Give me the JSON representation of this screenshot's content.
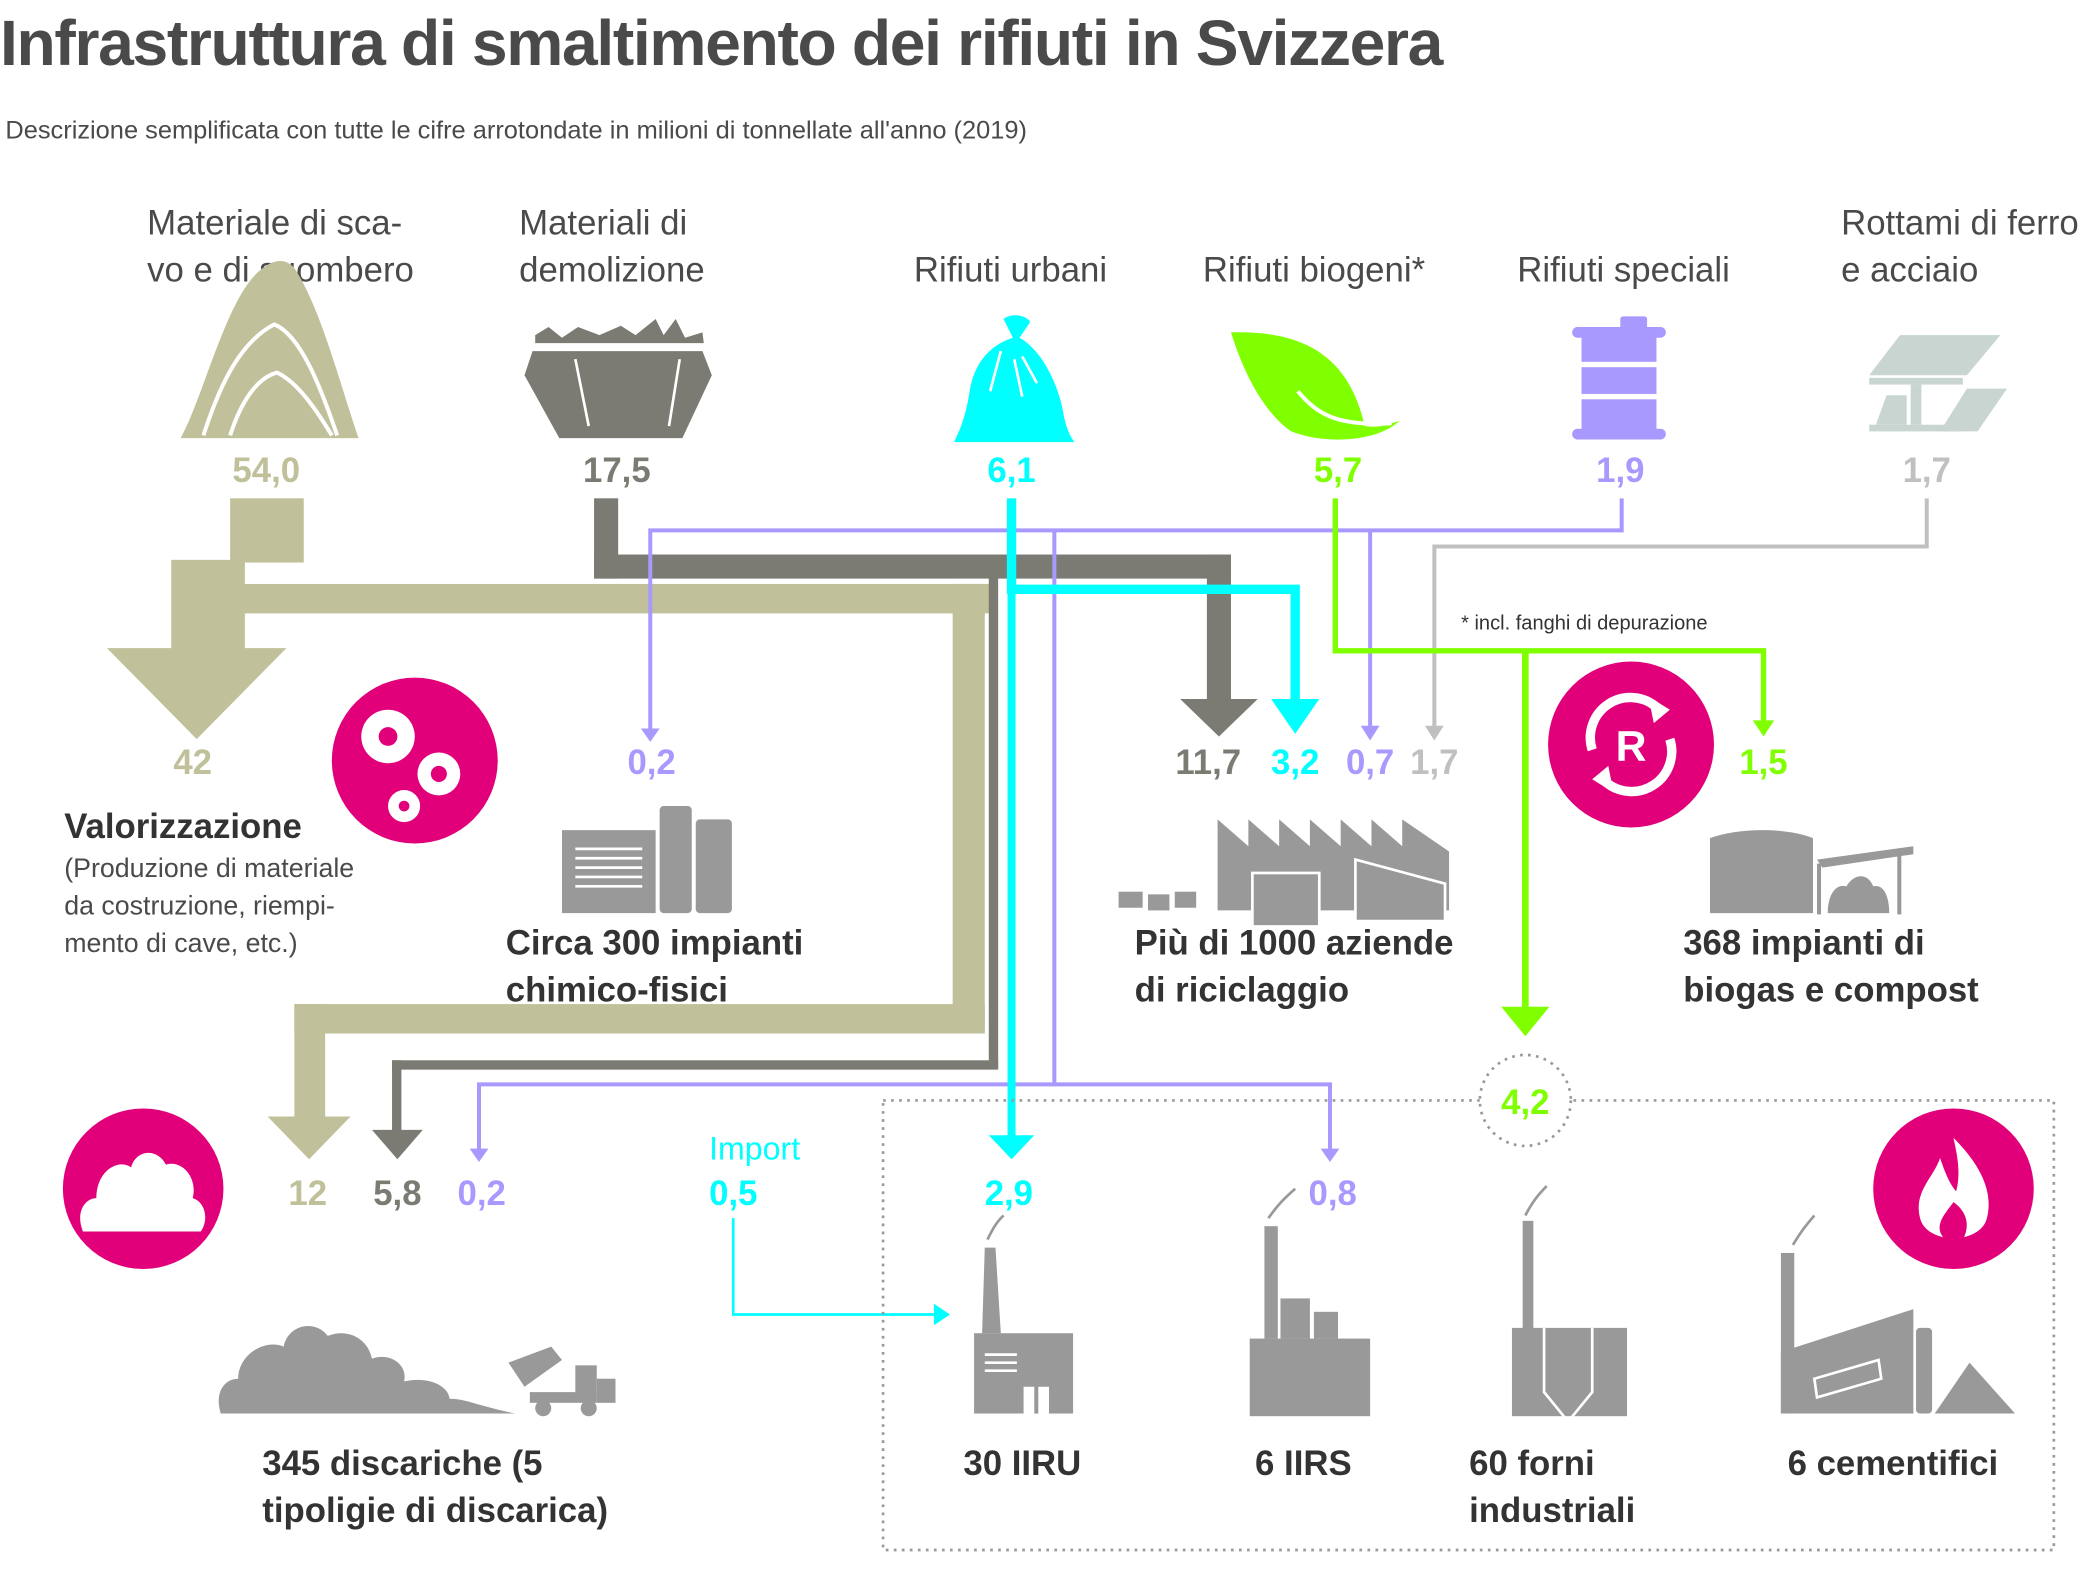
{
  "header": {
    "title": "Infrastruttura di smaltimento dei rifiuti in Svizzera",
    "subtitle": "Descrizione semplificata con tutte le cifre arrotondate in milioni di tonnellate all'anno (2019)"
  },
  "colors": {
    "excavation": "#c0c09a",
    "demolition": "#7b7b73",
    "municipal": "#00ffff",
    "biogenic": "#80ff00",
    "special": "#a899ff",
    "scrap": "#c8d5d0",
    "scrap_text": "#c0c0c0",
    "accent": "#e2007a",
    "facility": "#999999",
    "text": "#333333"
  },
  "sources": [
    {
      "id": "excavation",
      "label_lines": [
        "Materiale di sca-",
        "vo e di sgombero"
      ],
      "value": "54,0",
      "icon": "mound-icon"
    },
    {
      "id": "demolition",
      "label_lines": [
        "Materiali di",
        "demolizione"
      ],
      "value": "17,5",
      "icon": "skip-container-icon"
    },
    {
      "id": "municipal",
      "label_lines": [
        "Rifiuti urbani"
      ],
      "value": "6,1",
      "icon": "garbage-bag-icon"
    },
    {
      "id": "biogenic",
      "label_lines": [
        "Rifiuti biogeni*"
      ],
      "value": "5,7",
      "icon": "leaf-icon"
    },
    {
      "id": "special",
      "label_lines": [
        "Rifiuti speciali"
      ],
      "value": "1,9",
      "icon": "barrel-icon"
    },
    {
      "id": "scrap",
      "label_lines": [
        "Rottami di ferro",
        "e acciaio"
      ],
      "value": "1,7",
      "icon": "steel-beam-icon"
    }
  ],
  "footnote": "* incl. fanghi di depurazione",
  "destinations": {
    "valorization": {
      "title": "Valorizzazione",
      "desc_lines": [
        "(Produzione di materiale",
        "da costruzione, riempi-",
        "mento di cave, etc.)"
      ],
      "flows": [
        {
          "source": "excavation",
          "value": "42"
        }
      ],
      "icon": "gears-icon"
    },
    "chemical": {
      "title_lines": [
        "Circa 300 impianti",
        "chimico-fisici"
      ],
      "flows": [
        {
          "source": "special",
          "value": "0,2"
        }
      ],
      "icon": "chemical-plant-icon"
    },
    "recycling": {
      "title_lines": [
        "Più di 1000 aziende",
        "di riciclaggio"
      ],
      "flows": [
        {
          "source": "demolition",
          "value": "11,7"
        },
        {
          "source": "municipal",
          "value": "3,2"
        },
        {
          "source": "special",
          "value": "0,7"
        },
        {
          "source": "scrap",
          "value": "1,7"
        }
      ],
      "icon": "factory-icon"
    },
    "biogas": {
      "title_lines": [
        "368 impianti di",
        "biogas e compost"
      ],
      "flows": [
        {
          "source": "biogenic",
          "value": "1,5"
        }
      ],
      "icon": "biogas-plant-icon",
      "badge_icon": "recycle-icon"
    },
    "landfill": {
      "title_lines": [
        "345 discariche (5",
        "tipoligie di discarica)"
      ],
      "flows": [
        {
          "source": "excavation",
          "value": "12"
        },
        {
          "source": "demolition",
          "value": "5,8"
        },
        {
          "source": "special",
          "value": "0,2"
        }
      ],
      "icon": "landfill-truck-icon",
      "badge_icon": "landfill-cloud-icon"
    },
    "thermal": {
      "combined_value": "4,2",
      "import_label": "Import",
      "import_value": "0,5",
      "badge_icon": "flame-icon",
      "plants": [
        {
          "label_lines": [
            "30 IIRU"
          ],
          "value": "2,9",
          "value_source": "municipal",
          "icon": "incinerator-icon"
        },
        {
          "label_lines": [
            "6 IIRS"
          ],
          "value": "0,8",
          "value_source": "special",
          "icon": "special-incinerator-icon"
        },
        {
          "label_lines": [
            "60 forni",
            "industriali"
          ],
          "icon": "industrial-furnace-icon"
        },
        {
          "label_lines": [
            "6 cementifici"
          ],
          "icon": "cement-plant-icon"
        }
      ]
    }
  }
}
